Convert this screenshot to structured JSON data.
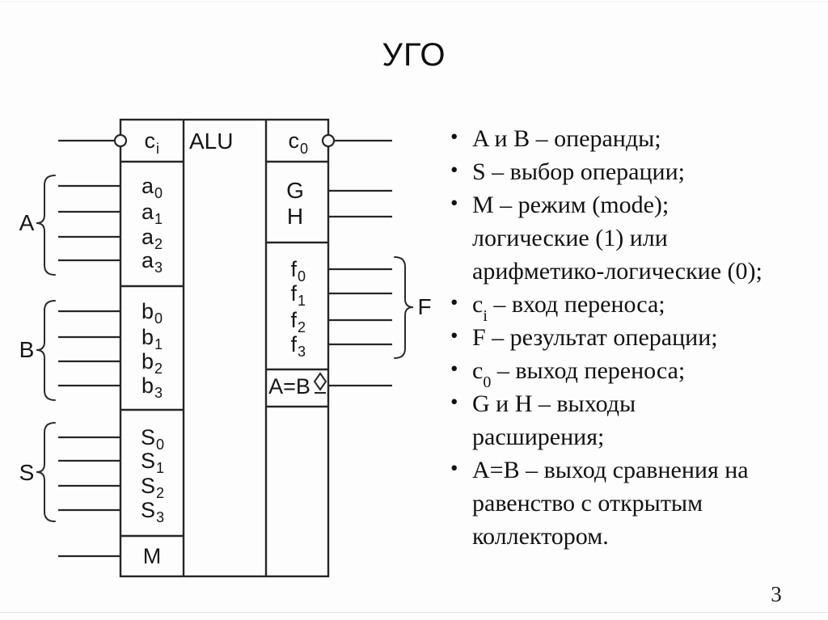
{
  "slide": {
    "title": "УГО",
    "page_number": "3"
  },
  "diagram": {
    "alu_label": "ALU",
    "left_pins": {
      "ci": {
        "base": "c",
        "sub": "i"
      },
      "a": [
        {
          "base": "a",
          "sub": "0"
        },
        {
          "base": "a",
          "sub": "1"
        },
        {
          "base": "a",
          "sub": "2"
        },
        {
          "base": "a",
          "sub": "3"
        }
      ],
      "b": [
        {
          "base": "b",
          "sub": "0"
        },
        {
          "base": "b",
          "sub": "1"
        },
        {
          "base": "b",
          "sub": "2"
        },
        {
          "base": "b",
          "sub": "3"
        }
      ],
      "s": [
        {
          "base": "S",
          "sub": "0"
        },
        {
          "base": "S",
          "sub": "1"
        },
        {
          "base": "S",
          "sub": "2"
        },
        {
          "base": "S",
          "sub": "3"
        }
      ],
      "m": "M"
    },
    "right_pins": {
      "c0": {
        "base": "c",
        "sub": "0"
      },
      "g": "G",
      "h": "H",
      "f": [
        {
          "base": "f",
          "sub": "0"
        },
        {
          "base": "f",
          "sub": "1"
        },
        {
          "base": "f",
          "sub": "2"
        },
        {
          "base": "f",
          "sub": "3"
        }
      ],
      "aeqb": "A=B"
    },
    "groups": {
      "a": "A",
      "b": "B",
      "s": "S",
      "f": "F"
    }
  },
  "bullets": {
    "marker": "•",
    "items": [
      {
        "lines": [
          "A и B – операнды;"
        ]
      },
      {
        "lines": [
          "S – выбор операции;"
        ]
      },
      {
        "lines": [
          "M – режим (mode);",
          "логические (1) или",
          "арифметико-логические (0);"
        ]
      },
      {
        "pre": "c",
        "sub": "i",
        "post": " – вход переноса;"
      },
      {
        "lines": [
          "F – результат операции;"
        ]
      },
      {
        "pre": "c",
        "sub": "0",
        "post": " – выход переноса;"
      },
      {
        "lines": [
          "G и H – выходы",
          "расширения;"
        ]
      },
      {
        "lines": [
          "A=B – выход сравнения на",
          "равенство с открытым",
          "коллектором."
        ]
      }
    ]
  }
}
